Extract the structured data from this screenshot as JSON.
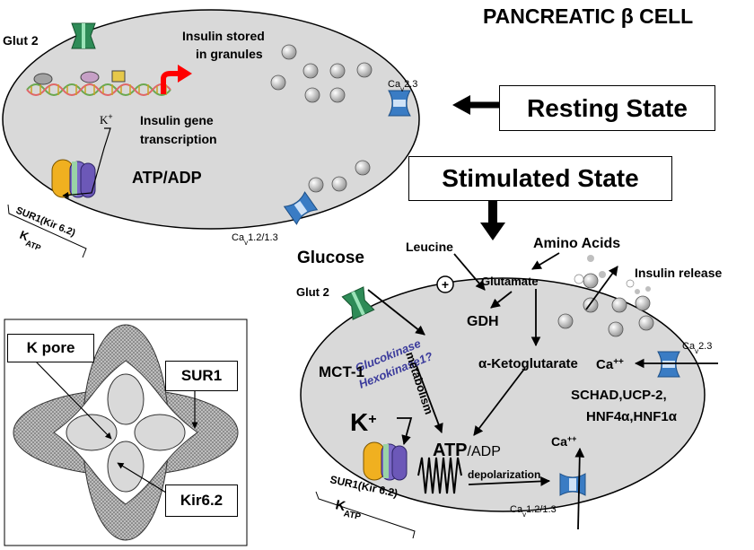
{
  "header": {
    "title": "PANCREATIC β CELL"
  },
  "resting": {
    "label": "Resting State",
    "glut2": "Glut 2",
    "insulin_stored_1": "Insulin stored",
    "insulin_stored_2": "in granules",
    "cav23_base": "Ca",
    "cav23_sub": "v",
    "cav23_tail": "2.3",
    "k_base": "K",
    "k_sup": "+",
    "gene_1": "Insulin gene",
    "gene_2": "transcription",
    "atp_adp": "ATP/ADP",
    "cav1213_base": "Ca",
    "cav1213_sub": "v",
    "cav1213_tail": "1.2/1.3",
    "sur1_kir": "SUR1(Kir 6.2)",
    "katp_base": "K",
    "katp_sub": "ATP"
  },
  "stimulated": {
    "label": "Stimulated State",
    "leucine": "Leucine",
    "amino_acids": "Amino Acids",
    "glucose": "Glucose",
    "plus": "+",
    "glutamate": "Glutamate",
    "insulin_release": "Insulin release",
    "glut2": "Glut 2",
    "gdh": "GDH",
    "glucokinase": "Glucokinase",
    "hexokinase": "Hexokinase1?",
    "metabolism": "metabolism",
    "mct1": "MCT-1",
    "alpha_kg": "α-Ketoglutarate",
    "ca_in_base": "Ca",
    "ca_in_sup": "++",
    "cav23_base": "Ca",
    "cav23_sub": "v",
    "cav23_tail": "2.3",
    "schad": "SCHAD,UCP-2,",
    "hnf": "HNF4α,HNF1α",
    "k_base": "K",
    "k_sup": "+",
    "atp": "ATP",
    "adp": "/ADP",
    "ca_out_base": "Ca",
    "ca_out_sup": "++",
    "depolarization": "depolarization",
    "sur1_kir": "SUR1(Kir 6.2)",
    "katp_base": "K",
    "katp_sub": "ATP",
    "cav1213_base": "Ca",
    "cav1213_sub": "v",
    "cav1213_tail": "1.2/1.3"
  },
  "inset": {
    "k_pore": "K pore",
    "sur1": "SUR1",
    "kir62": "Kir6.2"
  },
  "colors": {
    "cell_fill": "#d9d9d9",
    "glut2_green": "#2e8b57",
    "channel_blue": "#3a7cc4",
    "sur_orange": "#f0b020",
    "kir_purple": "#7b68c8",
    "enzyme_text": "#3b3b9c",
    "gene_arrow": "#ff0000"
  }
}
